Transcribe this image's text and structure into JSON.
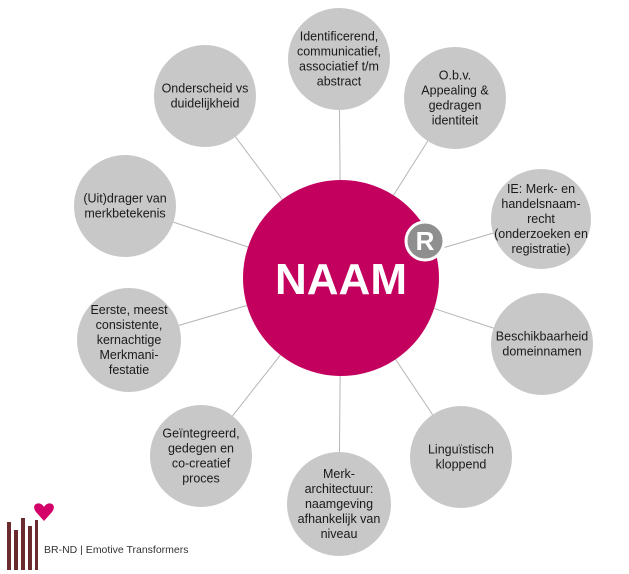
{
  "center": {
    "label": "NAAM",
    "registered_symbol": "R"
  },
  "colors": {
    "center": "#c4005f",
    "satellite": "#c8c8c8",
    "connector": "#b5b5b5",
    "logo": "#6b2a2e",
    "logo_accent": "#d4006a"
  },
  "nodes": [
    {
      "lines": [
        "Identificerend,",
        "communicatief,",
        "associatief t/m",
        "abstract"
      ]
    },
    {
      "lines": [
        "O.b.v.",
        "Appealing &",
        "gedragen",
        "identiteit"
      ]
    },
    {
      "lines": [
        "IE: Merk- en",
        "handelsnaam-",
        "recht",
        "(onderzoeken en",
        "registratie)"
      ]
    },
    {
      "lines": [
        "Beschikbaarheid",
        "domeinnamen"
      ]
    },
    {
      "lines": [
        "Linguïstisch",
        "kloppend"
      ]
    },
    {
      "lines": [
        "Merk-",
        "architectuur:",
        "naamgeving",
        "afhankelijk van",
        "niveau"
      ]
    },
    {
      "lines": [
        "Geïntegreerd,",
        "gedegen en",
        "co-creatief",
        "proces"
      ]
    },
    {
      "lines": [
        "Eerste, meest",
        "consistente,",
        "kernachtige",
        "Merkmani-",
        "festatie"
      ]
    },
    {
      "lines": [
        "(Uit)drager van",
        "merkbetekenis"
      ]
    },
    {
      "lines": [
        "Onderscheid vs",
        "duidelijkheid"
      ]
    }
  ],
  "footer": {
    "brand": "BR-ND | Emotive Transformers"
  }
}
